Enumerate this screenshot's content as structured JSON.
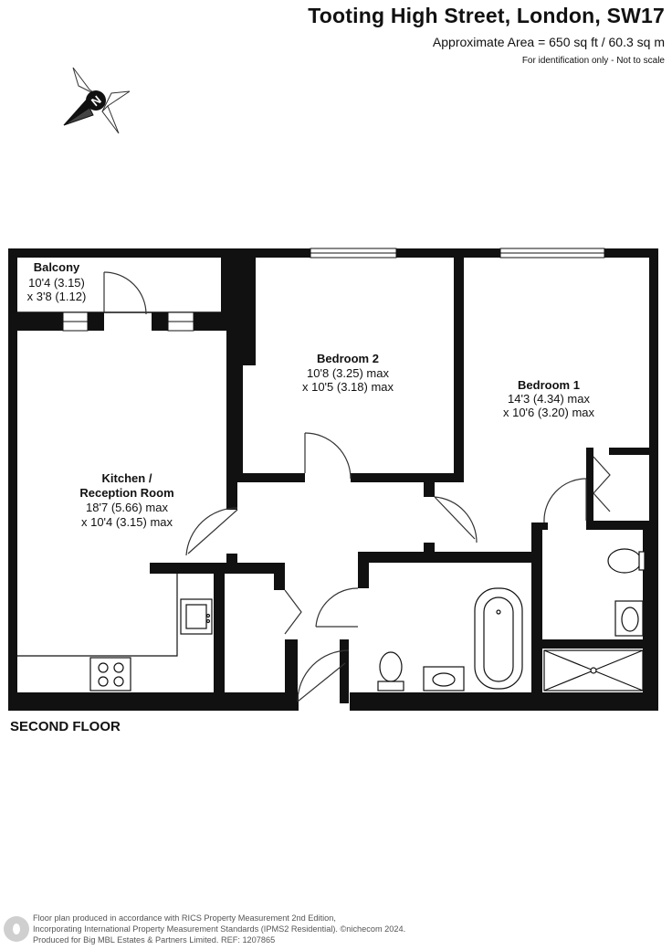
{
  "header": {
    "title": "Tooting High Street, London, SW17",
    "area": "Approximate Area = 650 sq ft / 60.3 sq m",
    "note": "For identification only - Not to scale"
  },
  "compass": {
    "letter": "N",
    "icon": "compass-icon"
  },
  "rooms": {
    "balcony": {
      "name": "Balcony",
      "dim1": "10'4 (3.15)",
      "dim2": "x 3'8 (1.12)"
    },
    "bedroom2": {
      "name": "Bedroom 2",
      "dim1": "10'8 (3.25) max",
      "dim2": "x 10'5 (3.18) max"
    },
    "bedroom1": {
      "name": "Bedroom 1",
      "dim1": "14'3 (4.34) max",
      "dim2": "x 10'6 (3.20) max"
    },
    "kitchen": {
      "name1": "Kitchen /",
      "name2": "Reception Room",
      "dim1": "18'7 (5.66) max",
      "dim2": "x 10'4 (3.15) max"
    }
  },
  "floor_label": "SECOND FLOOR",
  "footer": {
    "line1": "Floor plan produced in accordance with RICS Property Measurement 2nd Edition,",
    "line2": "Incorporating International Property Measurement Standards (IPMS2 Residential).  ©nichecom 2024.",
    "line3": "Produced for Big MBL Estates & Partners Limited.   REF: 1207865"
  }
}
